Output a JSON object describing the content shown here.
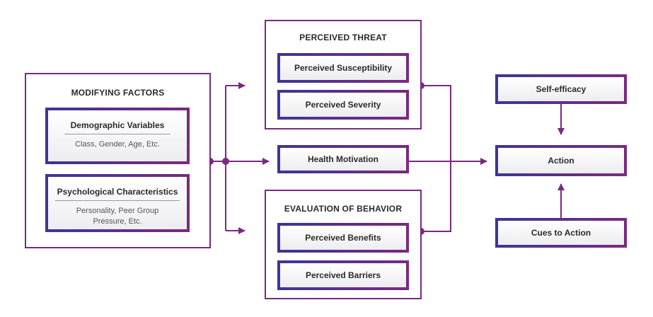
{
  "modifying_factors": {
    "title": "MODIFYING FACTORS",
    "demographic": {
      "heading": "Demographic Variables",
      "detail": "Class, Gender, Age, Etc."
    },
    "psychological": {
      "heading": "Psychological Characteristics",
      "detail": "Personality, Peer Group Pressure, Etc."
    }
  },
  "perceived_threat": {
    "title": "PERCEIVED THREAT",
    "susceptibility": "Perceived Susceptibility",
    "severity": "Perceived Severity"
  },
  "health_motivation": "Health Motivation",
  "evaluation_of_behavior": {
    "title": "EVALUATION OF BEHAVIOR",
    "benefits": "Perceived Benefits",
    "barriers": "Perceived Barriers"
  },
  "self_efficacy": "Self-efficacy",
  "action": "Action",
  "cues_to_action": "Cues to Action",
  "colors": {
    "accent": "#7a2a7f",
    "secondary": "#3e3596",
    "text": "#2a2a2a"
  }
}
